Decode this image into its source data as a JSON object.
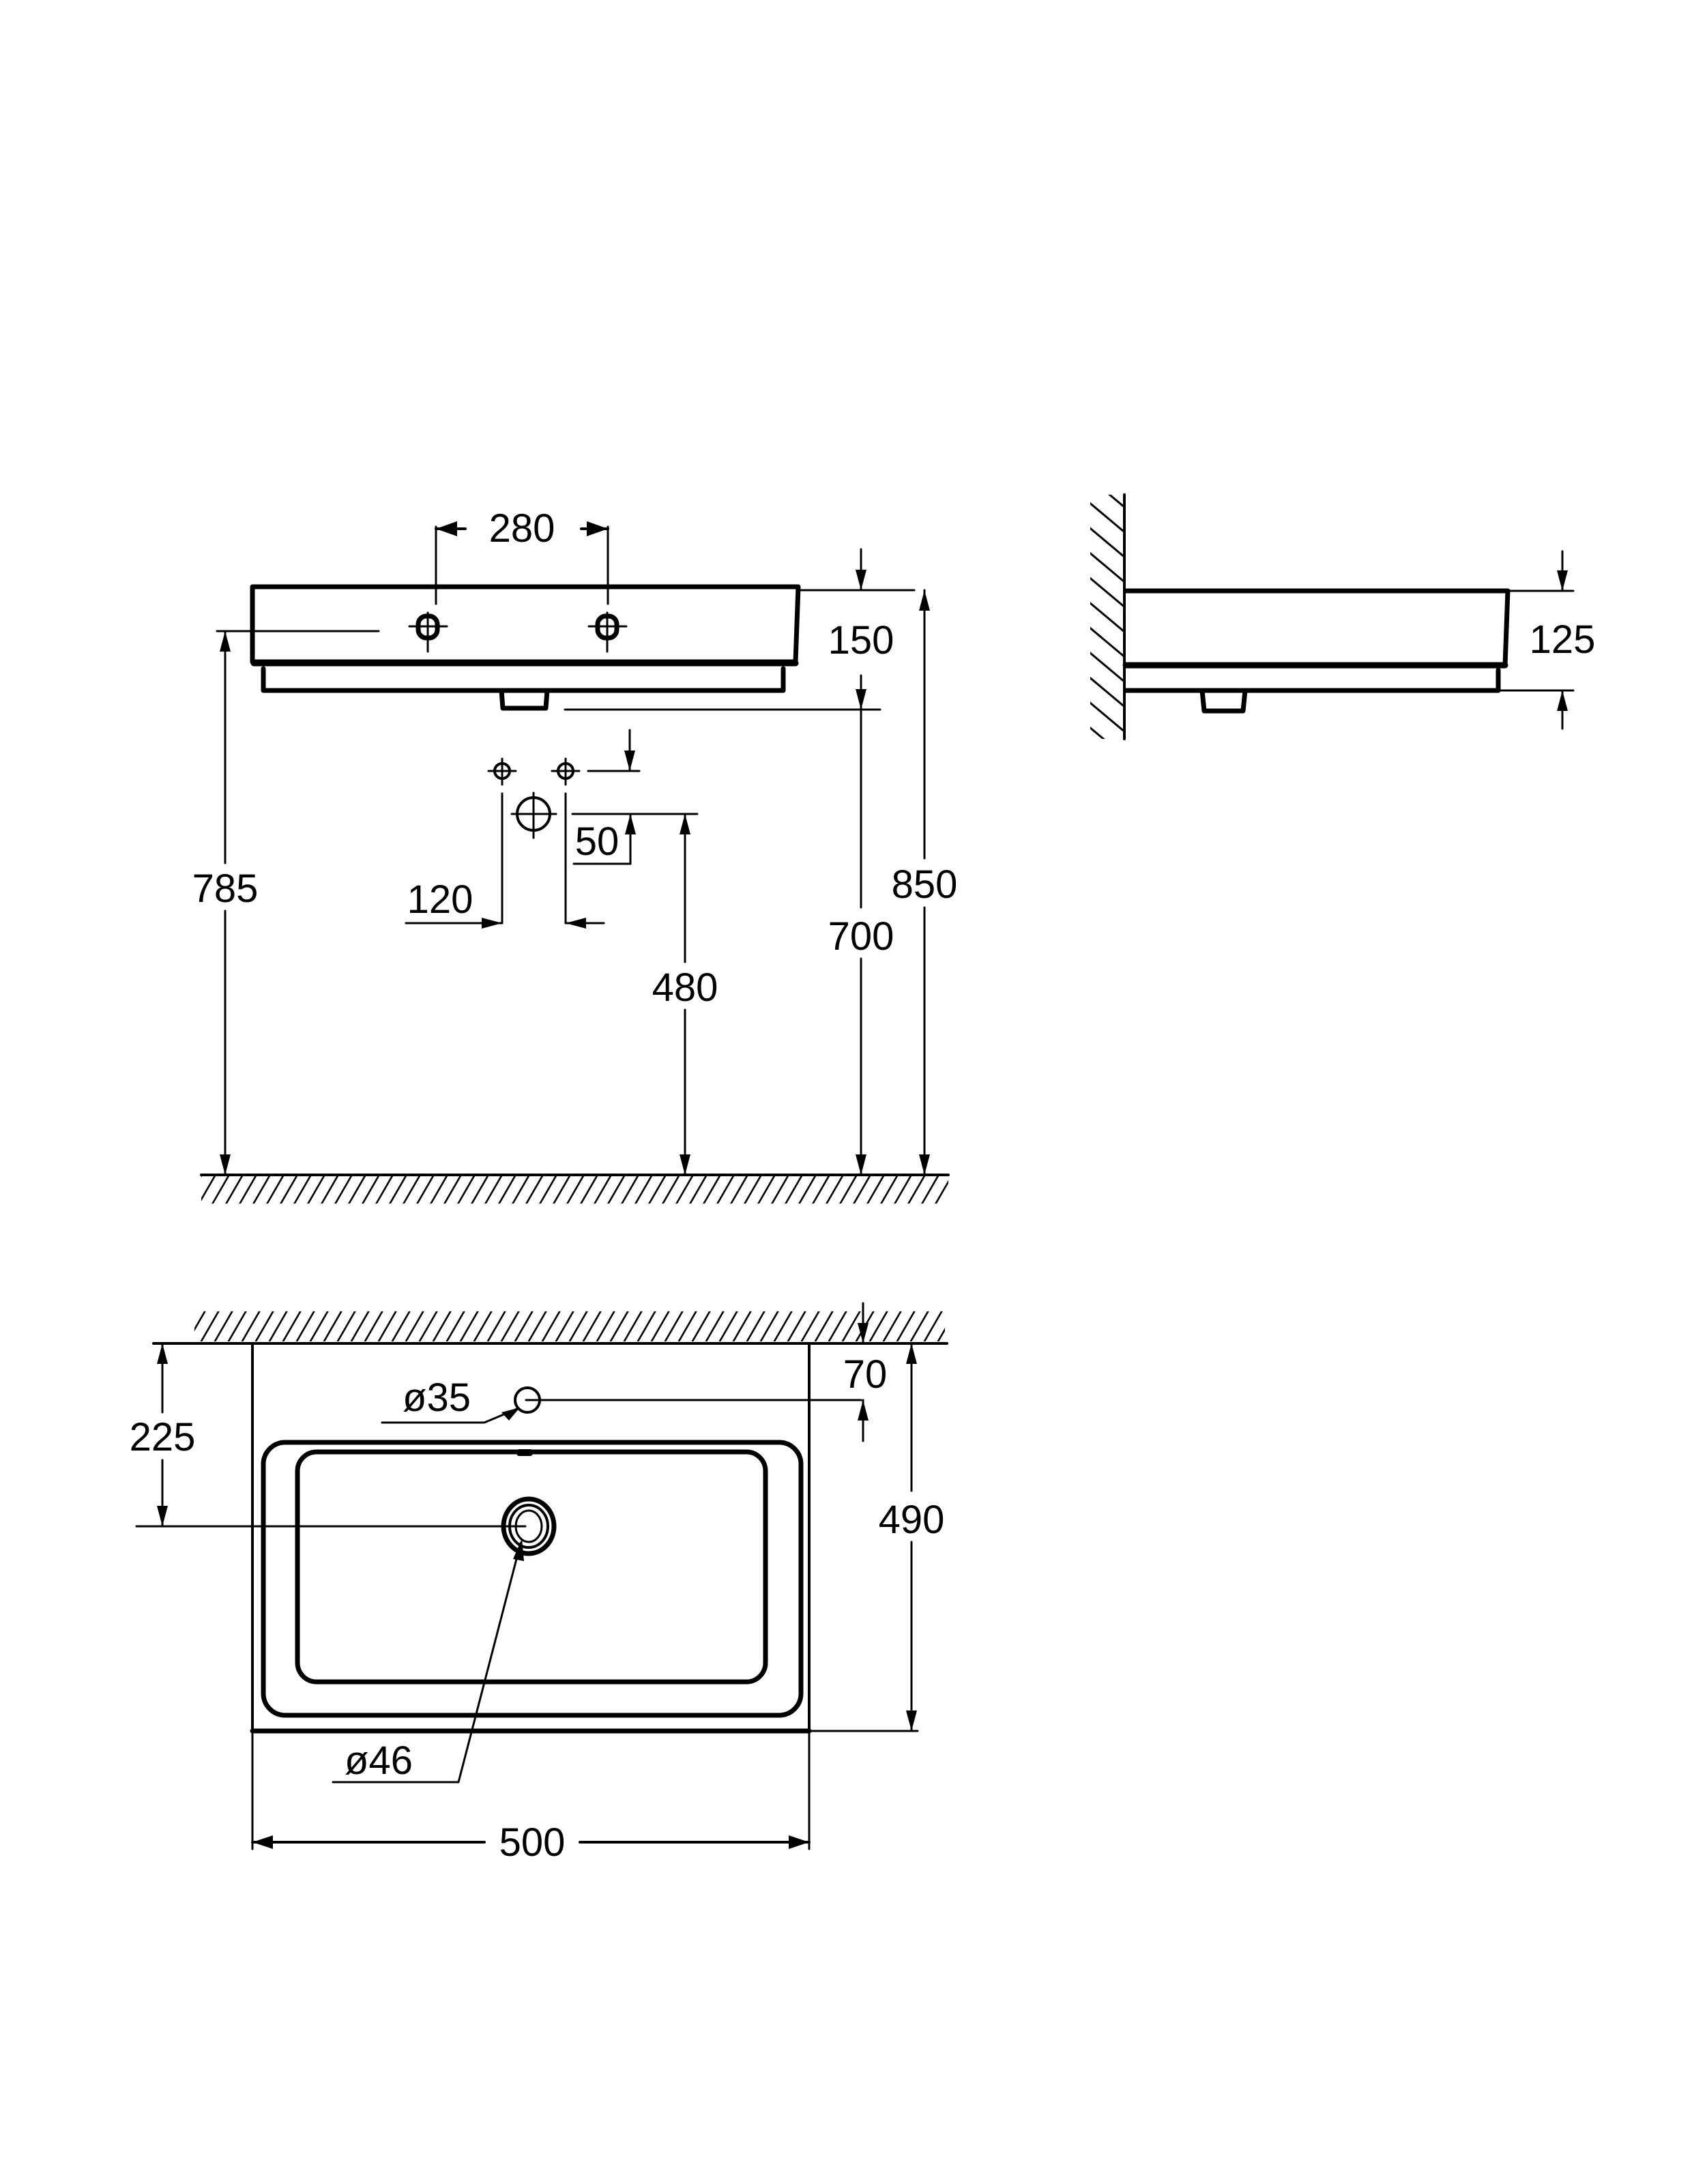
{
  "drawing": {
    "type": "technical-dimension-drawing",
    "subject": "wall-mounted washbasin",
    "units": "mm",
    "colors": {
      "line": "#000000",
      "background": "#ffffff"
    }
  },
  "front_view": {
    "tap_hole_spacing": "280",
    "basin_height": "150",
    "tap_hole_height": "785",
    "rim_height": "850",
    "underside_height": "700",
    "waste_outlet_height": "480",
    "supply_spacing": "120",
    "supply_offset": "50"
  },
  "side_view": {
    "basin_depth": "125"
  },
  "top_view": {
    "overflow_diameter": "ø35",
    "overflow_offset": "70",
    "drain_offset": "225",
    "drain_diameter": "ø46",
    "depth": "490",
    "width": "500"
  }
}
